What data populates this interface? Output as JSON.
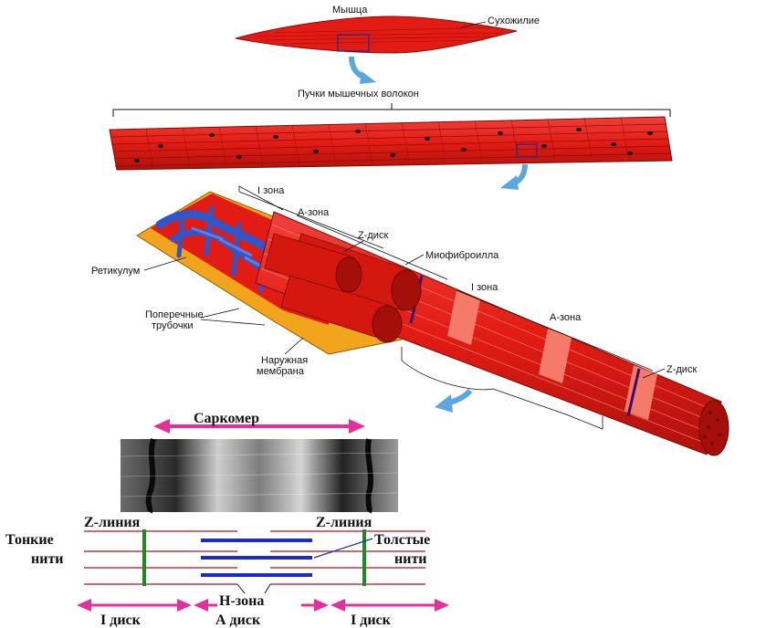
{
  "labels": {
    "muscle": "Мышца",
    "tendon": "Сухожилие",
    "bundles": "Пучки мышечных волокон",
    "i_zone_1": "I зона",
    "a_zone_1": "А-зона",
    "z_disk_1": "Z-диск",
    "myofibril": "Миофиброилла",
    "reticulum": "Ретикулум",
    "t_tubules": [
      "Поперечные",
      "трубочки"
    ],
    "outer_membrane": [
      "Наружная",
      "мембрана"
    ],
    "i_zone_2": "I зона",
    "a_zone_2": "А-зона",
    "z_disk_2": "Z-диск"
  },
  "sarcomere": {
    "title": "Саркомер",
    "z_line_left": "Z-линия",
    "z_line_right": "Z-линия",
    "thin_filaments": [
      "Тонкие",
      "нити"
    ],
    "thick_filaments": [
      "Толстые",
      "нити"
    ],
    "h_zone": "Н-зона",
    "i_disk_left": "I диск",
    "a_disk": "А диск",
    "i_disk_right": "I диск"
  },
  "colors": {
    "muscle_red": "#e21c14",
    "dark_red": "#8a0a06",
    "reticulum_blue": "#2e56c8",
    "membrane_orange": "#f2a41c",
    "arrow_blue": "#5aa7e0",
    "pink_arrow": "#e5309a",
    "thin_line": "#b3121a",
    "thick_line": "#1b2ac8",
    "z_green": "#1f8a1f"
  }
}
